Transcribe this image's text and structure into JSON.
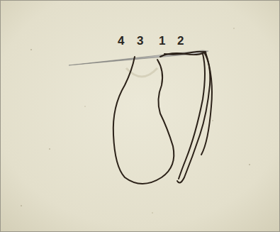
{
  "diagram": {
    "labels": [
      "4",
      "3",
      "1",
      "2"
    ]
  }
}
